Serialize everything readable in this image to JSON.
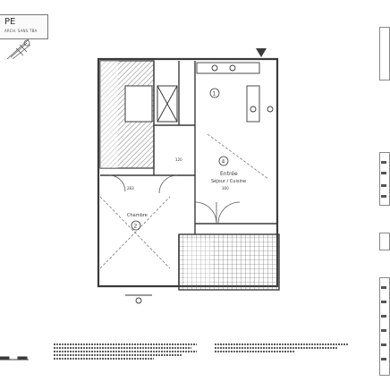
{
  "cartouche": {
    "code": "PE",
    "subtitle": "ARCH. SANS TBA"
  },
  "rooms": {
    "kitchen_number": "1",
    "living_number": "4",
    "living_label": "Entrée",
    "living_sublabel": "Séjour / Cuisine",
    "bedroom_number": "2",
    "bedroom_label": "Chambre"
  },
  "dimensions": {
    "bedroom_width": "283",
    "living_width": "300",
    "corridor_width": "120"
  },
  "north_icon": "north-arrow-icon",
  "compass_icon": "compass-icon",
  "colors": {
    "line": "#3a3a3a",
    "hatch": "#8a8a8a",
    "paper": "#ffffff"
  }
}
